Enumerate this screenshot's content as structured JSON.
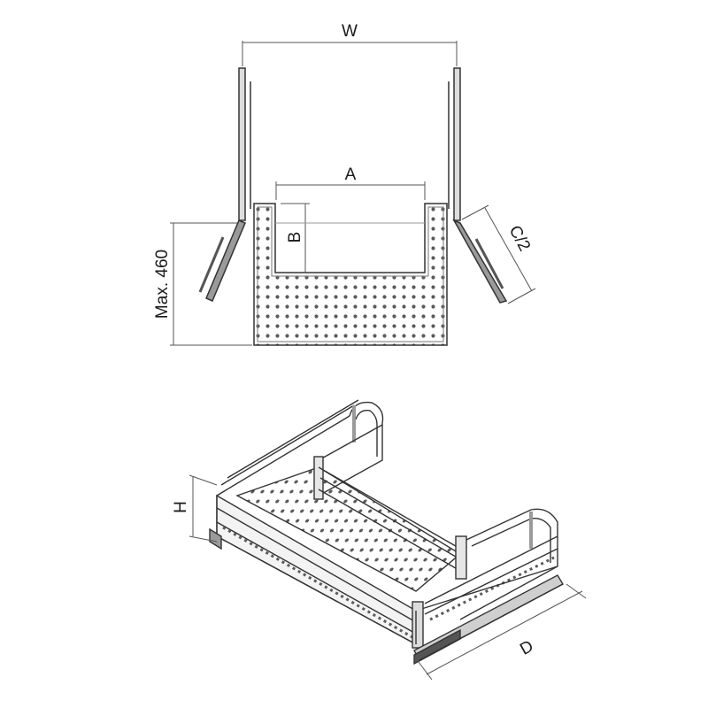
{
  "labels": {
    "width": "W",
    "inner_width": "A",
    "inner_depth": "B",
    "max_depth": "Max. 460",
    "half_clearance": "C/2",
    "height": "H",
    "depth": "D"
  },
  "colors": {
    "line": "#333333",
    "metal": "#9a9a9a",
    "holes": "#5a5a5a",
    "dimension": "#555555"
  }
}
